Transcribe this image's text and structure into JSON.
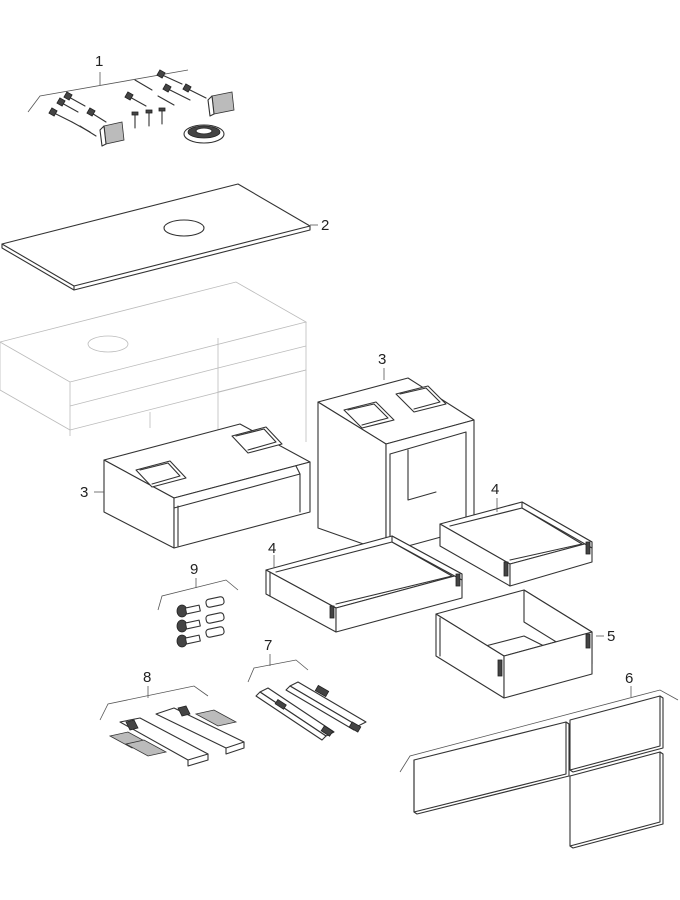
{
  "labels": {
    "p1": "1",
    "p2": "2",
    "p3a": "3",
    "p3b": "3",
    "p4a": "4",
    "p4b": "4",
    "p5": "5",
    "p6": "6",
    "p7": "7",
    "p8": "8",
    "p9": "9"
  }
}
